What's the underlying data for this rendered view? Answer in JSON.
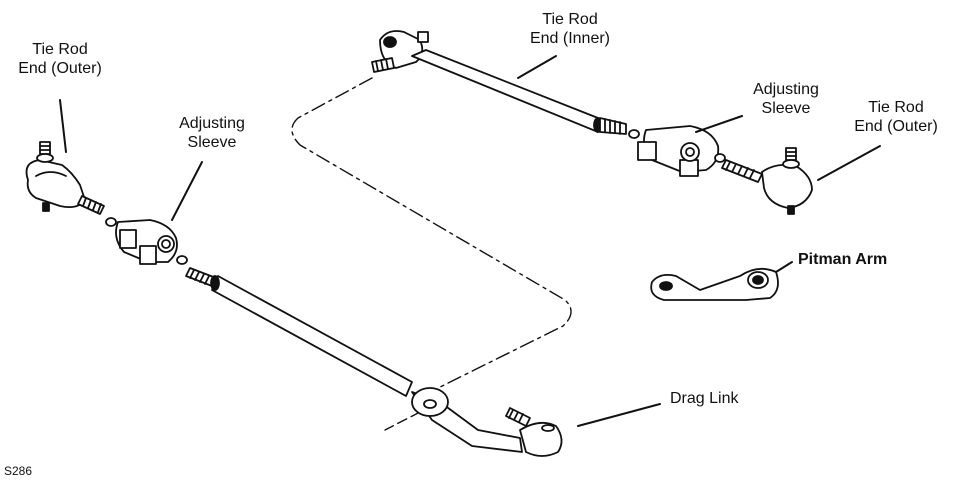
{
  "labels": {
    "tie_rod_end_outer_left": [
      "Tie Rod",
      "End (Outer)"
    ],
    "adjusting_sleeve_left": [
      "Adjusting",
      "Sleeve"
    ],
    "tie_rod_end_inner": [
      "Tie Rod",
      "End (Inner)"
    ],
    "adjusting_sleeve_right": [
      "Adjusting",
      "Sleeve"
    ],
    "tie_rod_end_outer_right": [
      "Tie Rod",
      "End (Outer)"
    ],
    "pitman_arm": "Pitman Arm",
    "drag_link": "Drag Link"
  },
  "figure_id": "S286"
}
